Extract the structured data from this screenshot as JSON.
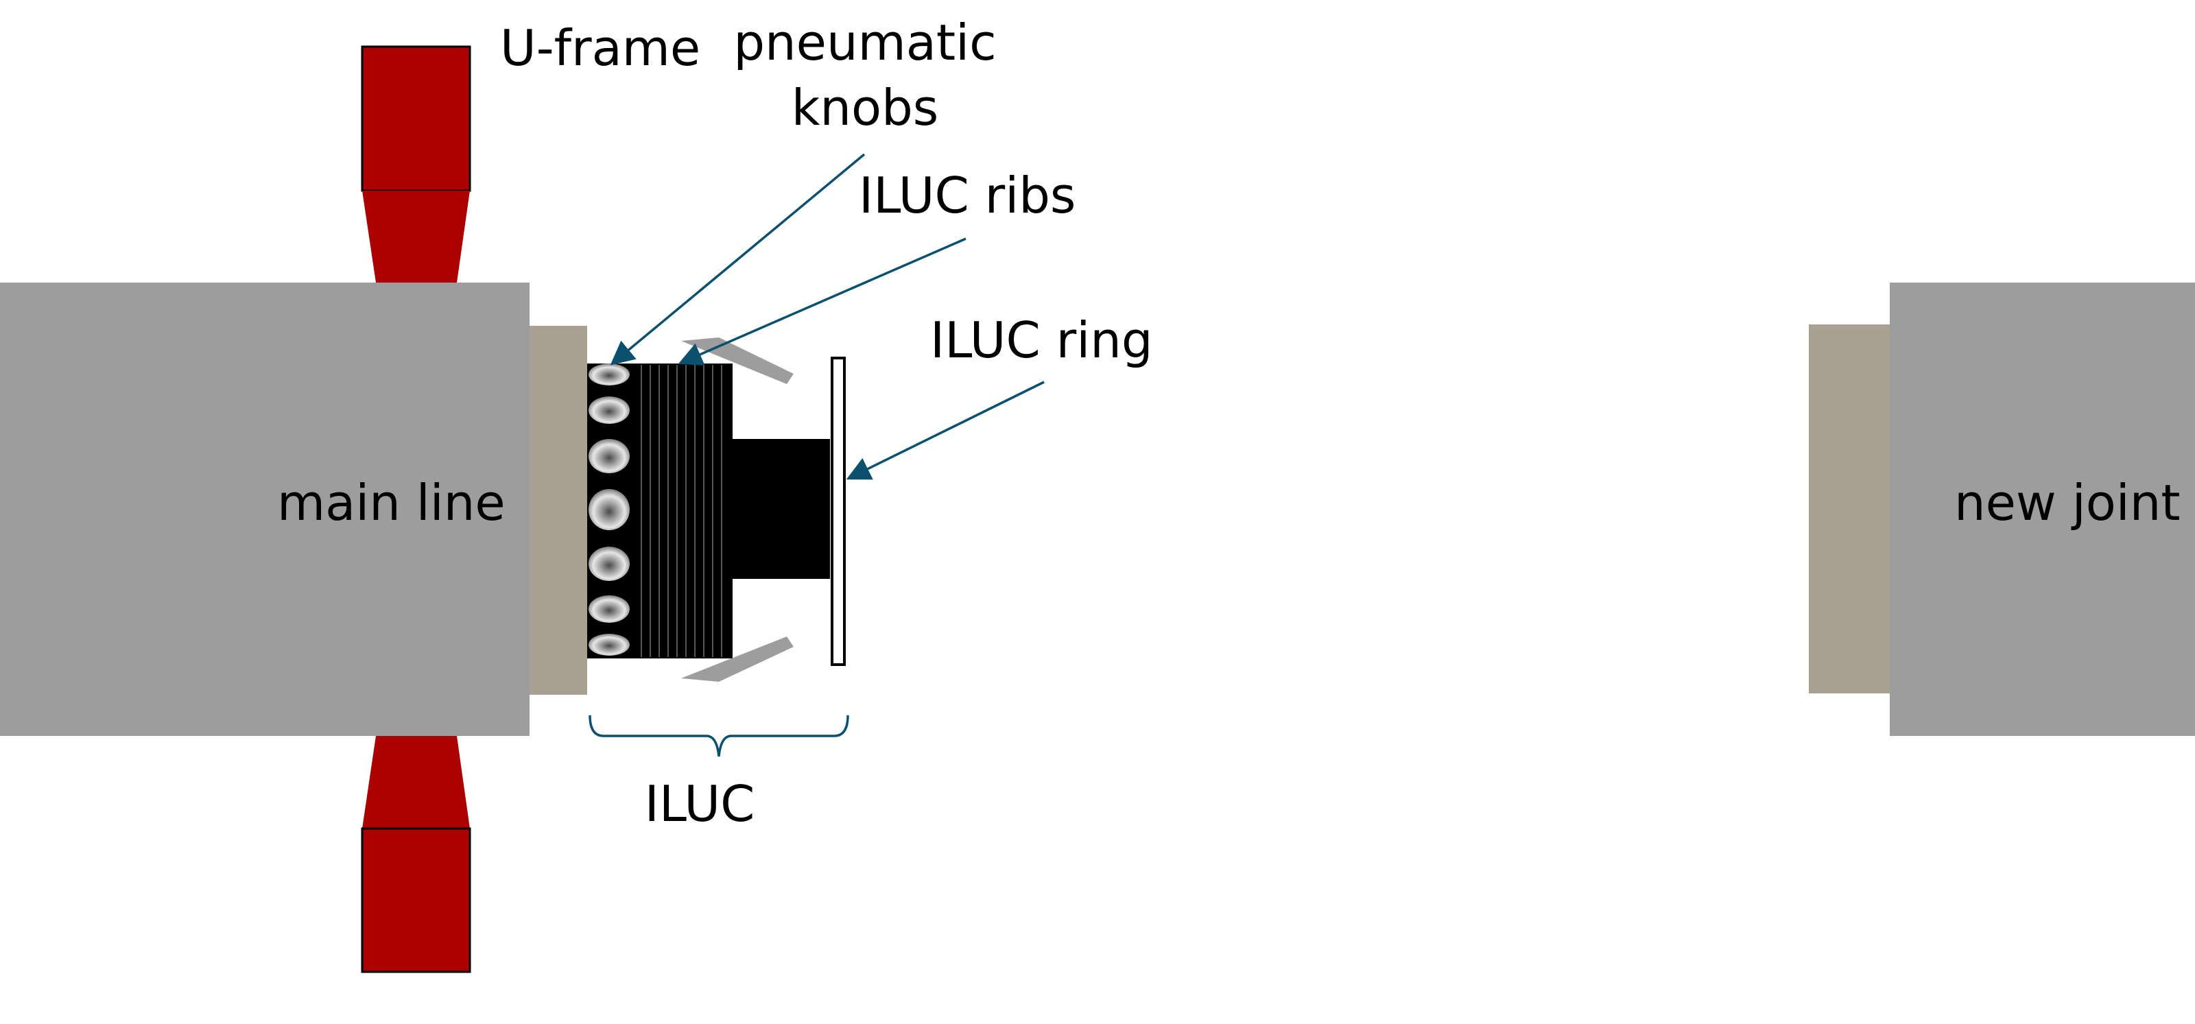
{
  "labels": {
    "u_frame": "U-frame",
    "pneumatic_knobs_line1": "pneumatic",
    "pneumatic_knobs_line2": "knobs",
    "iluc_ribs": "ILUC ribs",
    "iluc_ring": "ILUC ring",
    "main_line": "main line",
    "new_joint": "new joint",
    "iluc": "ILUC"
  },
  "colors": {
    "pipe": "#9d9d9d",
    "flange": "#a8a092",
    "u_frame": "#aa0000",
    "iluc_body": "#000000",
    "ribs": "#555555",
    "knob": "#d8d8d8",
    "leaf": "#9d9d9d",
    "ring_fill": "#ffffff",
    "leader": "#0c5070",
    "text": "#000000"
  }
}
